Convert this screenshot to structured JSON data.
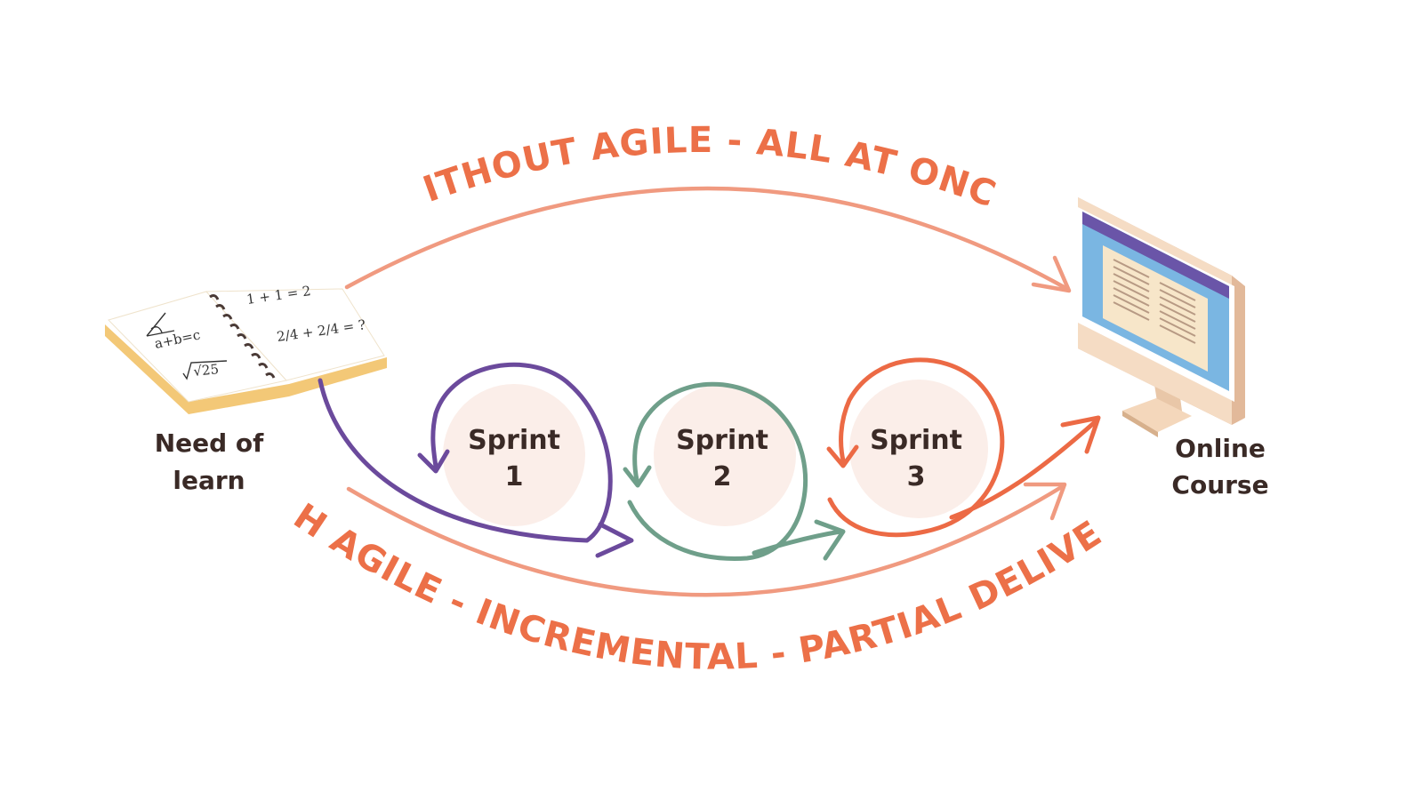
{
  "top_path": {
    "label": "WITHOUT AGILE - ALL AT ONCE",
    "color": "#ec7048",
    "arrow_color": "#f09a80"
  },
  "bottom_path": {
    "label": "WITH AGILE - INCREMENTAL -  PARTIAL DELIVERIES",
    "color": "#ec7048",
    "arrow_color": "#f09a80"
  },
  "start_node": {
    "label_line1": "Need of",
    "label_line2": "learn",
    "icon": "notebook-icon",
    "notes": [
      "1 + 1 = 2",
      "a+b=c",
      "√25",
      "2/4 + 2/4 = ?"
    ]
  },
  "end_node": {
    "label_line1": "Online",
    "label_line2": "Course",
    "icon": "computer-monitor-icon"
  },
  "sprints": [
    {
      "label": "Sprint",
      "number": "1",
      "color": "#6b4a9c"
    },
    {
      "label": "Sprint",
      "number": "2",
      "color": "#6f9f8a"
    },
    {
      "label": "Sprint",
      "number": "3",
      "color": "#ec6a45"
    }
  ],
  "colors": {
    "circle_fill": "#fbeee9",
    "label_text": "#3a2a26"
  }
}
